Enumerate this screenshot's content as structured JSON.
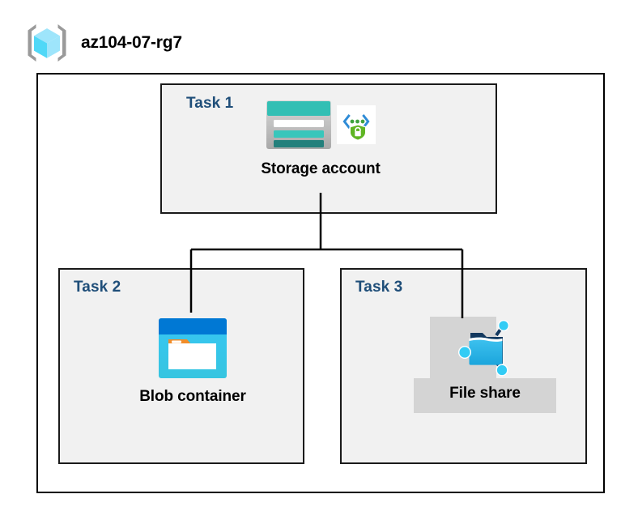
{
  "diagram": {
    "type": "azure-architecture",
    "background_color": "#ffffff",
    "resource_group": {
      "icon_name": "resource-group-icon",
      "name": "az104-07-rg7",
      "border_color": "#000000"
    },
    "task_label_color": "#1F4E79",
    "task_box_fill": "#f1f1f1",
    "tasks": [
      {
        "id": "task-1",
        "label": "Task 1",
        "resource_name": "Storage account",
        "icons": [
          "storage-account-icon",
          "secure-endpoint-shield-icon"
        ],
        "accent_color": "#32BFB4"
      },
      {
        "id": "task-2",
        "label": "Task 2",
        "resource_name": "Blob container",
        "icons": [
          "blob-container-icon"
        ],
        "accent_color": "#0078D4"
      },
      {
        "id": "task-3",
        "label": "Task 3",
        "resource_name": "File share",
        "icons": [
          "file-share-icon"
        ],
        "accent_color": "#32B0E7",
        "highlight_fill": "#d4d4d4"
      }
    ],
    "connectors": [
      {
        "from": "task-1",
        "to": "task-2",
        "style": "orthogonal"
      },
      {
        "from": "task-1",
        "to": "task-3",
        "style": "orthogonal"
      }
    ],
    "connector_color": "#000000"
  }
}
